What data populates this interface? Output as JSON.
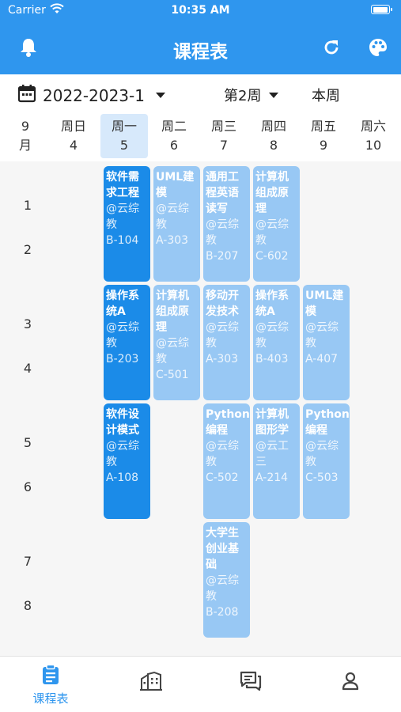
{
  "status": {
    "carrier": "Carrier",
    "time": "10:35 AM"
  },
  "appbar": {
    "title": "课程表",
    "left_icon": "bell-icon",
    "right_icons": [
      "refresh-icon",
      "palette-icon"
    ]
  },
  "toolbar": {
    "term": "2022-2023-1",
    "week": "第2周",
    "this_week": "本周"
  },
  "header": {
    "month_num": "9",
    "month_unit": "月",
    "days": [
      {
        "name": "周日",
        "date": "4"
      },
      {
        "name": "周一",
        "date": "5",
        "selected": true
      },
      {
        "name": "周二",
        "date": "6"
      },
      {
        "name": "周三",
        "date": "7"
      },
      {
        "name": "周四",
        "date": "8"
      },
      {
        "name": "周五",
        "date": "9"
      },
      {
        "name": "周六",
        "date": "10"
      }
    ]
  },
  "periods": [
    "1",
    "2",
    "3",
    "4",
    "5",
    "6",
    "7",
    "8"
  ],
  "courses": [
    {
      "day": "周一",
      "start": 1,
      "end": 2,
      "name": "软件需求工程",
      "loc": "@云综教",
      "room": "B-104",
      "today": true
    },
    {
      "day": "周二",
      "start": 1,
      "end": 2,
      "name": "UML建模",
      "loc": "@云综教",
      "room": "A-303"
    },
    {
      "day": "周三",
      "start": 1,
      "end": 2,
      "name": "通用工程英语读写",
      "loc": "@云综教",
      "room": "B-207"
    },
    {
      "day": "周四",
      "start": 1,
      "end": 2,
      "name": "计算机组成原理",
      "loc": "@云综教",
      "room": "C-602"
    },
    {
      "day": "周一",
      "start": 3,
      "end": 4,
      "name": "操作系统A",
      "loc": "@云综教",
      "room": "B-203",
      "today": true
    },
    {
      "day": "周二",
      "start": 3,
      "end": 4,
      "name": "计算机组成原理",
      "loc": "@云综教",
      "room": "C-501"
    },
    {
      "day": "周三",
      "start": 3,
      "end": 4,
      "name": "移动开发技术",
      "loc": "@云综教",
      "room": "A-303"
    },
    {
      "day": "周四",
      "start": 3,
      "end": 4,
      "name": "操作系统A",
      "loc": "@云综教",
      "room": "B-403"
    },
    {
      "day": "周五",
      "start": 3,
      "end": 4,
      "name": "UML建模",
      "loc": "@云综教",
      "room": "A-407"
    },
    {
      "day": "周一",
      "start": 5,
      "end": 6,
      "name": "软件设计模式",
      "loc": "@云综教",
      "room": "A-108",
      "today": true
    },
    {
      "day": "周三",
      "start": 5,
      "end": 6,
      "name": "Python编程",
      "loc": "@云综教",
      "room": "C-502"
    },
    {
      "day": "周四",
      "start": 5,
      "end": 6,
      "name": "计算机图形学",
      "loc": "@云工三",
      "room": "A-214"
    },
    {
      "day": "周五",
      "start": 5,
      "end": 6,
      "name": "Python编程",
      "loc": "@云综教",
      "room": "C-503"
    },
    {
      "day": "周三",
      "start": 7,
      "end": 8,
      "name": "大学生创业基础",
      "loc": "@云综教",
      "room": "B-208"
    }
  ],
  "bottom_nav": [
    {
      "label": "课程表",
      "icon": "clipboard-icon",
      "active": true
    },
    {
      "label": "",
      "icon": "building-icon"
    },
    {
      "label": "",
      "icon": "chat-icon"
    },
    {
      "label": "",
      "icon": "person-icon"
    }
  ],
  "colors": {
    "primary": "#2f96ee",
    "course_today": "#1b8be8",
    "course_other": "#98c8f4",
    "selected_day_bg": "#d7e9fb"
  }
}
